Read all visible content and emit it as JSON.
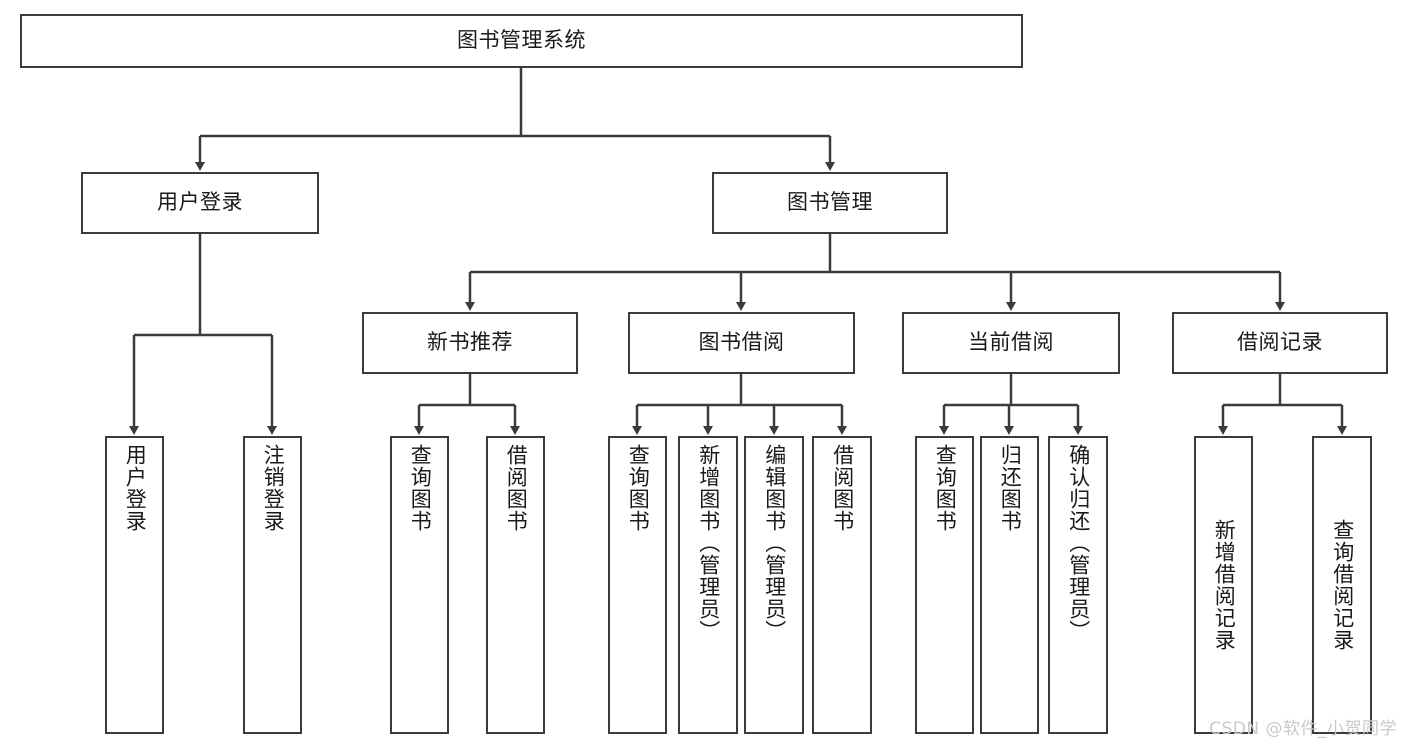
{
  "diagram": {
    "title": "图书管理系统",
    "watermark": "CSDN @软件_小贺同学",
    "line_color": "#3b3b3b",
    "box_fill": "#ffffff",
    "text_color": "#1a1a1a",
    "watermark_color": "#c9c9c9",
    "levels": {
      "root": {
        "label": "图书管理系统"
      },
      "level2": [
        {
          "label": "用户登录"
        },
        {
          "label": "图书管理"
        }
      ],
      "level3": [
        {
          "label": "新书推荐"
        },
        {
          "label": "图书借阅"
        },
        {
          "label": "当前借阅"
        },
        {
          "label": "借阅记录"
        }
      ],
      "leaves": {
        "user_login": [
          {
            "label": "用户登录"
          },
          {
            "label": "注销登录"
          }
        ],
        "new_book_recommend": [
          {
            "label": "查询图书"
          },
          {
            "label": "借阅图书"
          }
        ],
        "book_borrow": [
          {
            "label": "查询图书"
          },
          {
            "label": "新增图书（管理员）"
          },
          {
            "label": "编辑图书（管理员）"
          },
          {
            "label": "借阅图书"
          }
        ],
        "current_borrow": [
          {
            "label": "查询图书"
          },
          {
            "label": "归还图书"
          },
          {
            "label": "确认归还（管理员）"
          }
        ],
        "borrow_record": [
          {
            "label": "新增借阅记录"
          },
          {
            "label": "查询借阅记录"
          }
        ]
      }
    }
  }
}
